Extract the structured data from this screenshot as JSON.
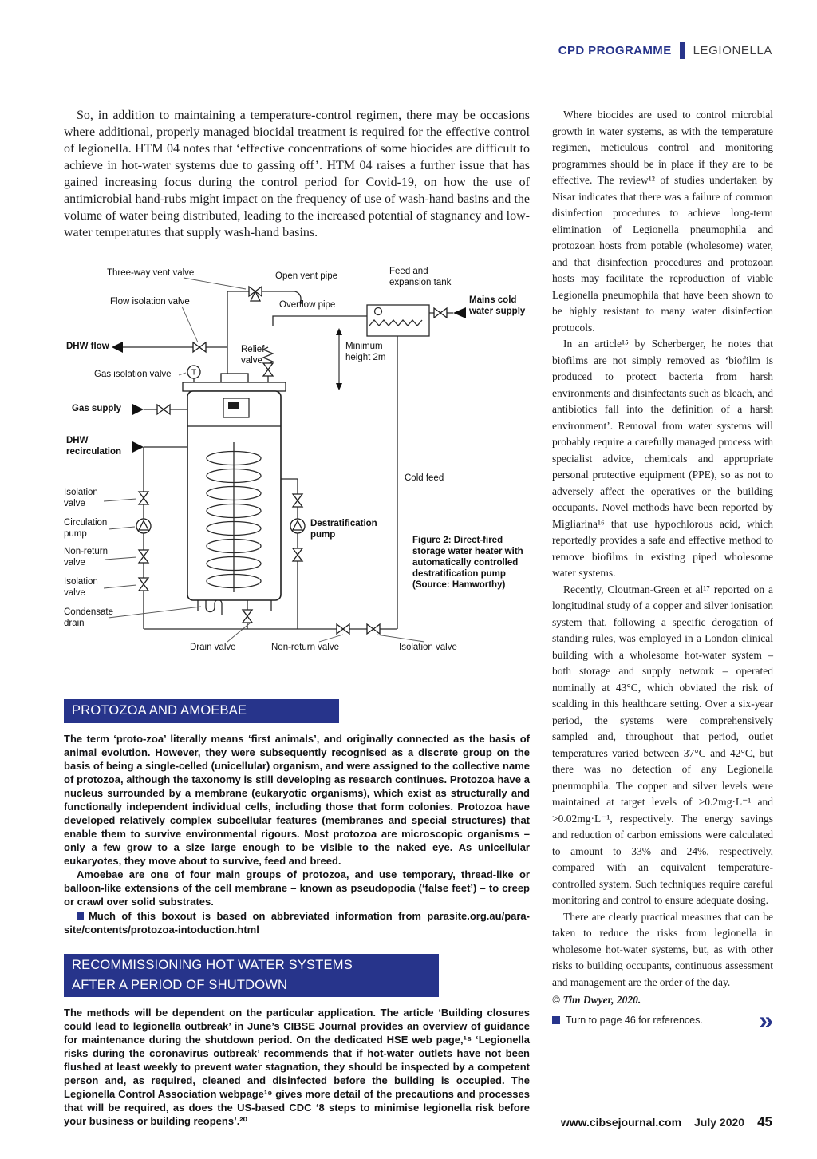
{
  "header": {
    "cpd": "CPD PROGRAMME",
    "section": "LEGIONELLA"
  },
  "intro": "So, in addition to maintaining a temperature-control regimen, there may be occasions where additional, properly managed biocidal treatment is required for the effective control of legionella. HTM 04 notes that ‘effective concentrations of some biocides are difficult to achieve in hot-water systems due to gassing off’. HTM 04 raises a further issue that has gained increasing focus during the control period for Covid-19, on how the use of antimicrobial hand-rubs might impact on the frequency of use of wash-hand basins and the volume of water being distributed, leading to the increased potential of stagnancy and low-water temperatures that supply wash-hand basins.",
  "figure": {
    "caption": "Figure 2: Direct-fired storage water heater with automatically controlled destratification pump (Source: Hamworthy)",
    "labels": {
      "three_way": "Three-way vent valve",
      "open_vent": "Open vent pipe",
      "feed_tank": "Feed and\nexpansion tank",
      "flow_iso": "Flow isolation valve",
      "overflow": "Overflow pipe",
      "mains": "Mains cold\nwater supply",
      "dhw_flow": "DHW flow",
      "relief": "Relief\nvalve",
      "min_height": "Minimum\nheight 2m",
      "gas_iso": "Gas isolation valve",
      "gas_supply": "Gas supply",
      "dhw_recirc": "DHW\nrecirculation",
      "iso1": "Isolation\nvalve",
      "circ_pump": "Circulation\npump",
      "nonreturn": "Non-return\nvalve",
      "iso2": "Isolation\nvalve",
      "condensate": "Condensate\ndrain",
      "cold_feed": "Cold feed",
      "destrat": "Destratification\npump",
      "drain_v": "Drain valve",
      "nonreturn_b": "Non-return valve",
      "iso_b": "Isolation valve",
      "t": "T"
    }
  },
  "protozoa_box": {
    "title": "PROTOZOA AND AMOEBAE",
    "p1": "The term ‘proto-zoa’ literally means ‘first animals’, and originally connected as the basis of animal evolution. However, they were subsequently recognised as a discrete group on the basis of being a single-celled (unicellular) organism, and were assigned to the collective name of protozoa, although the taxonomy is still developing as research continues. Protozoa have a nucleus surrounded by a membrane (eukaryotic organisms), which exist as structurally and functionally independent individual cells, including those that form colonies. Protozoa have developed relatively complex subcellular features (membranes and special structures) that enable them to survive environmental rigours. Most protozoa are microscopic organisms – only a few grow to a size large enough to be visible to the naked eye. As unicellular eukaryotes, they move about to survive, feed and breed.",
    "p2": "Amoebae are one of four main groups of protozoa, and use temporary, thread-like or balloon-like extensions of the cell membrane – known as pseudopodia (‘false feet’) – to creep or crawl over solid substrates.",
    "source": "Much of this boxout is based on abbreviated information from parasite.org.au/para-site/contents/protozoa-intoduction.html"
  },
  "recommissioning_box": {
    "title_line1": "RECOMMISSIONING HOT WATER SYSTEMS",
    "title_line2": "AFTER A PERIOD OF SHUTDOWN",
    "body": "The methods will be dependent on the particular application. The article ‘Building closures could lead to legionella outbreak’ in June’s CIBSE Journal provides an overview of guidance for maintenance during the shutdown period. On the dedicated HSE web page,¹⁸ ‘Legionella risks during the coronavirus outbreak’ recommends that if hot-water outlets have not been flushed at least weekly to prevent water stagnation, they should be inspected by a competent person and, as required, cleaned and disinfected before the building is occupied. The Legionella Control Association webpage¹⁹ gives more detail of the precautions and processes that will be required, as does the US-based CDC ‘8 steps to minimise legionella risk before your business or building reopens’.²⁰"
  },
  "right_col": {
    "p1": "Where biocides are used to control microbial growth in water systems, as with the temperature regimen, meticulous control and monitoring programmes should be in place if they are to be effective. The review¹² of studies undertaken by Nisar indicates that there was a failure of common disinfection procedures to achieve long-term elimination of Legionella pneumophila and protozoan hosts from potable (wholesome) water, and that disinfection procedures and protozoan hosts may facilitate the reproduction of viable Legionella pneumophila that have been shown to be highly resistant to many water disinfection protocols.",
    "p2": "In an article¹⁵ by Scherberger, he notes that biofilms are not simply removed as ‘biofilm is produced to protect bacteria from harsh environments and disinfectants such as bleach, and antibiotics fall into the definition of a harsh environment’. Removal from water systems will probably require a carefully managed process with specialist advice, chemicals and appropriate personal protective equipment (PPE), so as not to adversely affect the operatives or the building occupants. Novel methods have been reported by Migliarina¹⁶ that use hypochlorous acid, which reportedly provides a safe and effective method to remove biofilms in existing piped wholesome water systems.",
    "p3": "Recently, Cloutman-Green et al¹⁷ reported on a longitudinal study of a copper and silver ionisation system that, following a specific derogation of standing rules, was employed in a London clinical building with a wholesome hot-water system – both storage and supply network – operated nominally at 43°C, which obviated the risk of scalding in this healthcare setting. Over a six-year period, the systems were comprehensively sampled and, throughout that period, outlet temperatures varied between 37°C and 42°C, but there was no detection of any Legionella pneumophila. The copper and silver levels were maintained at target levels of >0.2mg·L⁻¹ and >0.02mg·L⁻¹, respectively. The energy savings and reduction of carbon emissions were calculated to amount to 33% and 24%, respectively, compared with an equivalent temperature-controlled system. Such techniques require careful monitoring and control to ensure adequate dosing.",
    "p4": "There are clearly practical measures that can be taken to reduce the risks from legionella in wholesome hot-water systems, but, as with other risks to building occupants, continuous assessment and management are the order of the day.",
    "credit": "© Tim Dwyer, 2020.",
    "refs": "Turn to page 46 for references.",
    "more_arrow": "»"
  },
  "footer": {
    "site": "www.cibsejournal.com",
    "date": "July 2020",
    "page": "45"
  }
}
